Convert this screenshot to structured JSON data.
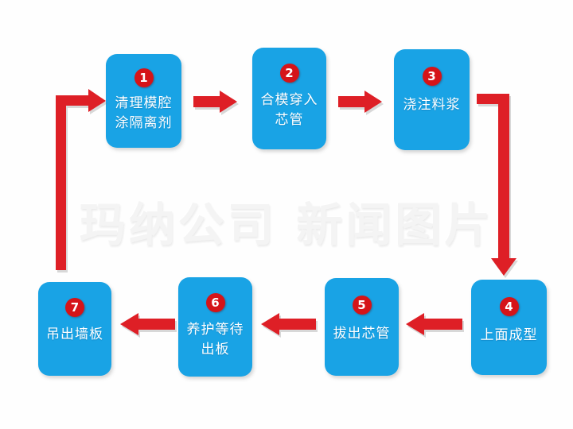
{
  "diagram": {
    "title_watermark": "玛纳公司 新闻图片",
    "background_color": "#fefefe",
    "node_color": "#19a3e5",
    "badge_color": "#d51419",
    "arrow_color": "#de1f26",
    "label_color": "#ffffff",
    "type": "process-flowchart",
    "direction": "left-to-right then right-to-left, looping back to step 1",
    "nodes": [
      {
        "step": "1",
        "label": "清理模腔\n涂隔离剂"
      },
      {
        "step": "2",
        "label": "合模穿入\n芯管"
      },
      {
        "step": "3",
        "label": "浇注料浆"
      },
      {
        "step": "4",
        "label": "上面成型"
      },
      {
        "step": "5",
        "label": "拔出芯管"
      },
      {
        "step": "6",
        "label": "养护等待\n出板"
      },
      {
        "step": "7",
        "label": "吊出墙板"
      }
    ],
    "connectors": [
      {
        "name": "arrow-1-to-2",
        "from": "1",
        "to": "2",
        "shape": "straight",
        "direction": "right"
      },
      {
        "name": "arrow-2-to-3",
        "from": "2",
        "to": "3",
        "shape": "straight",
        "direction": "right"
      },
      {
        "name": "arrow-3-to-4",
        "from": "3",
        "to": "4",
        "shape": "elbow",
        "direction": "down"
      },
      {
        "name": "arrow-4-to-5",
        "from": "4",
        "to": "5",
        "shape": "straight",
        "direction": "left"
      },
      {
        "name": "arrow-5-to-6",
        "from": "5",
        "to": "6",
        "shape": "straight",
        "direction": "left"
      },
      {
        "name": "arrow-6-to-7",
        "from": "6",
        "to": "7",
        "shape": "straight",
        "direction": "left"
      },
      {
        "name": "arrow-7-to-1",
        "from": "7",
        "to": "1",
        "shape": "elbow",
        "direction": "up-right"
      }
    ]
  }
}
